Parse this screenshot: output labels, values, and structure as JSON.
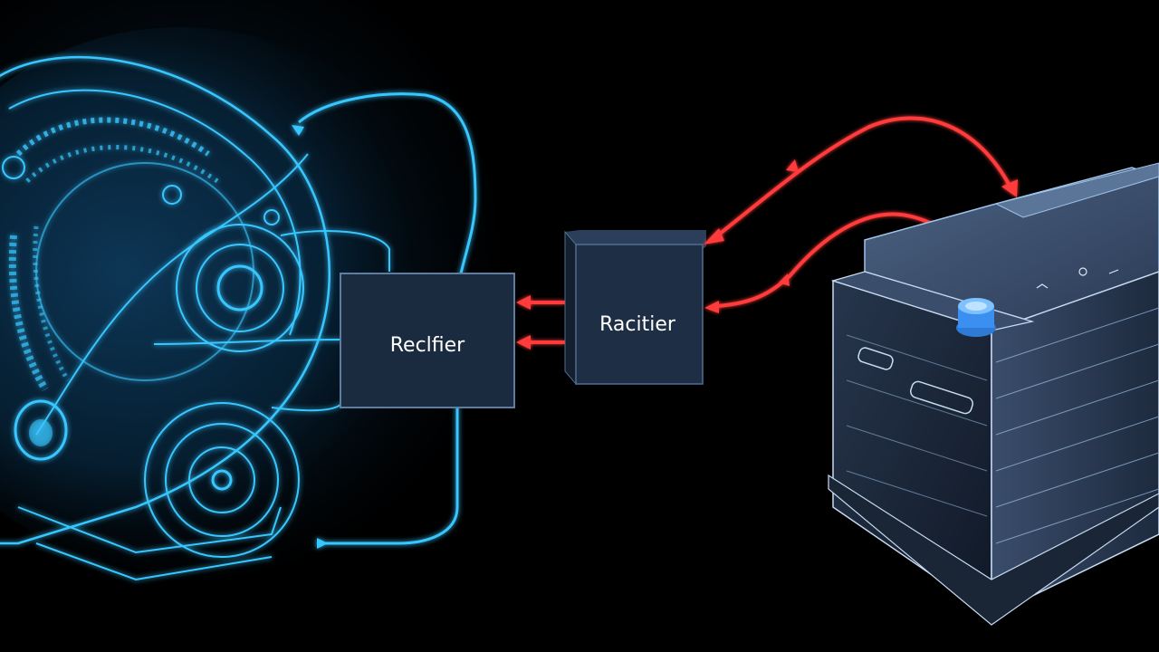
{
  "diagram": {
    "boxes": [
      {
        "id": "rectifier-left",
        "label": "Reclfier"
      },
      {
        "id": "rectifier-middle",
        "label": "Racitier"
      }
    ],
    "colors": {
      "background": "#000000",
      "wire": "#39c6ff",
      "flow_arrows": "#ff3b3b",
      "box_fill": "#1b2b3f",
      "box_stroke": "#4f6f8f",
      "battery": "#2b3a52"
    },
    "icons": [
      "alternator-icon",
      "battery-icon"
    ]
  }
}
